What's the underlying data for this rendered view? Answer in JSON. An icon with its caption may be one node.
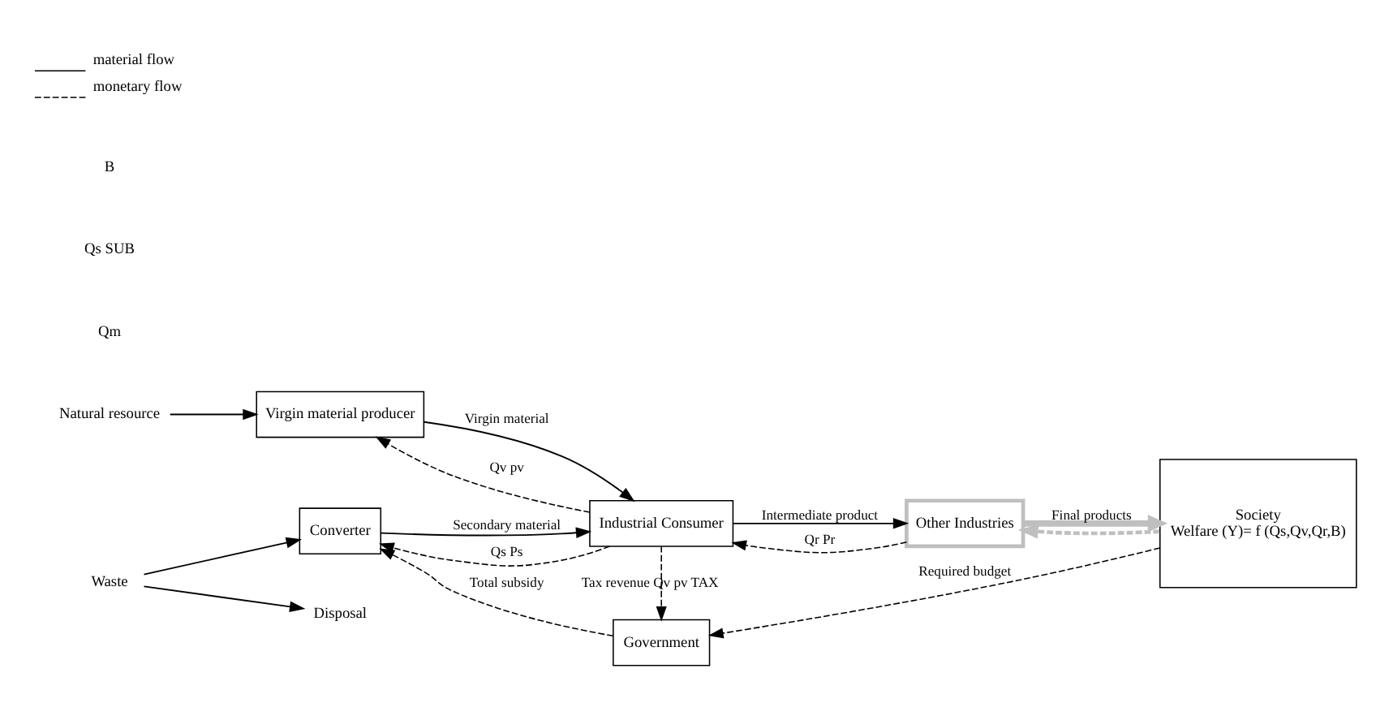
{
  "diagram": {
    "nodes": [
      {
        "text": [
          "Natural resource"
        ]
      },
      {
        "text": [
          "Virgin material producer"
        ]
      },
      {
        "text": [
          "Waste"
        ]
      },
      {
        "text": [
          "Converter"
        ]
      },
      {
        "text": [
          "Disposal"
        ]
      },
      {
        "text": [
          "Industrial Consumer"
        ]
      },
      {
        "text": [
          "Other Industries"
        ]
      },
      {
        "text": [
          "Society",
          "Welfare (Y)= f (Qs,Qv,Qr,B)"
        ]
      },
      {
        "text": [
          "Government"
        ]
      }
    ],
    "edges": [
      {
        "from": 0,
        "to": 1,
        "arrow": "to"
      },
      {
        "from": 2,
        "to": 3,
        "arrow": "to"
      },
      {
        "from": 2,
        "to": 4,
        "arrow": "to"
      },
      {
        "from": 1,
        "to": 5,
        "arrow": "to",
        "label": "Virgin material"
      },
      {
        "from": 3,
        "to": 5,
        "arrow": "to",
        "label": "Secondary material"
      },
      {
        "from": 5,
        "to": 1,
        "arrow": "to",
        "label": "Qv pv",
        "style": "dashed"
      },
      {
        "from": 5,
        "to": 3,
        "arrow": "to",
        "label": "Qs Ps",
        "style": "dashed"
      },
      {
        "from": 5,
        "to": 6,
        "arrow": "to",
        "label": "Intermediate product"
      },
      {
        "from": 6,
        "to": 5,
        "arrow": "to",
        "label": "Qr Pr",
        "style": "dashed"
      },
      {
        "from": 6,
        "to": 7,
        "arrow": "to",
        "label": "Final products",
        "style": "thick",
        "color": "#bfbfbf"
      },
      {
        "from": 7,
        "to": 6,
        "arrow": "to",
        "style": "dashed",
        "color": "#bfbfbf"
      },
      {
        "from": 5,
        "to": 8,
        "arrow": "to",
        "label": "Tax revenue Qv pv TAX",
        "style": "dashed"
      },
      {
        "from": 8,
        "to": 3,
        "arrow": "to",
        "label": "Total subsidy",
        "style": "dashed"
      },
      {
        "from": 7,
        "to": 8,
        "arrow": "to",
        "label": "Required budget",
        "style": "dashed"
      }
    ],
    "labels": [
      "Qm",
      "Qs SUB",
      "B"
    ],
    "legend": [
      {
        "text": "material flow"
      },
      {
        "text": "monetary flow"
      }
    ]
  }
}
